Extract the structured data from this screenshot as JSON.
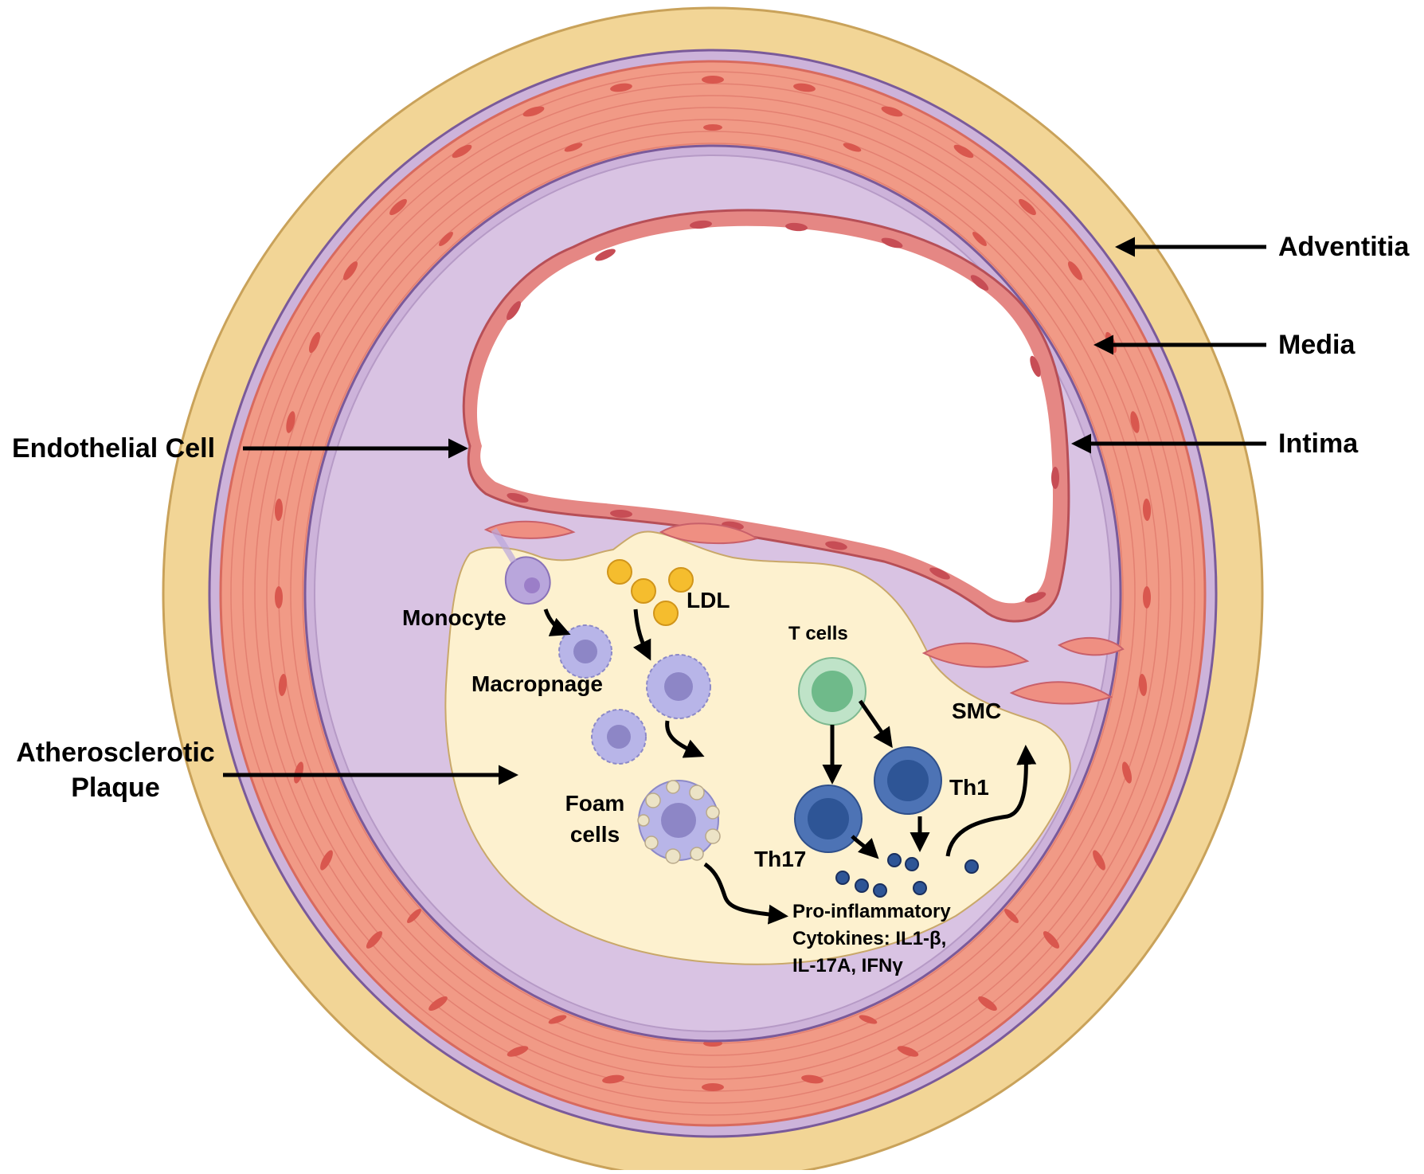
{
  "labels": {
    "adventitia": "Adventitia",
    "media": "Media",
    "intima": "Intima",
    "endothelial_cell": "Endothelial Cell",
    "atherosclerotic_line1": "Atherosclerotic",
    "atherosclerotic_line2": "Plaque",
    "monocyte": "Monocyte",
    "ldl": "LDL",
    "macrophage": "Macropnage",
    "t_cells": "T cells",
    "smc": "SMC",
    "foam_line1": "Foam",
    "foam_line2": "cells",
    "th1": "Th1",
    "th17": "Th17",
    "cytokines_line1": "Pro-inflammatory",
    "cytokines_line2": "Cytokines: IL1-β,",
    "cytokines_line3": "IL-17A, IFNγ"
  },
  "colors": {
    "adventitia": "#f2d596",
    "adventitia_stroke": "#c9a25a",
    "media": "#f19a86",
    "media_stroke": "#d86a5e",
    "elastic": "#cdb3da",
    "elastic_stroke": "#7a5a9a",
    "intima": "#d9c3e3",
    "plaque": "#fdf1cf",
    "endothelial": "#de7a78",
    "ldl": "#f5bd2e",
    "macrophage": "#b8b5e8",
    "t_cell": "#8fd1a6",
    "th_cell": "#3f68b0",
    "arrow": "#000000"
  }
}
